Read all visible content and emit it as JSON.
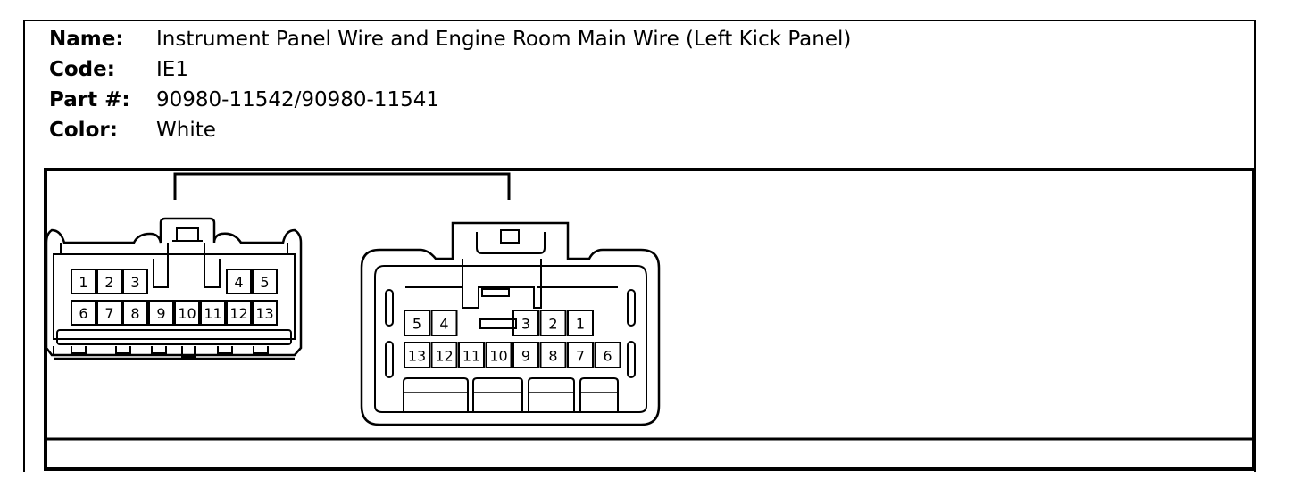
{
  "info": {
    "name_label": "Name:",
    "name_value": "Instrument Panel Wire and Engine Room Main Wire (Left Kick Panel)",
    "code_label": "Code:",
    "code_value": "IE1",
    "part_label": "Part #:",
    "part_value": "90980-11542/90980-11541",
    "color_label": "Color:",
    "color_value": "White"
  },
  "connector_left": {
    "top_row": [
      "1",
      "2",
      "3",
      "",
      "4",
      "5"
    ],
    "bottom_row": [
      "6",
      "7",
      "8",
      "9",
      "10",
      "11",
      "12",
      "13"
    ]
  },
  "connector_right": {
    "top_row": [
      "5",
      "4",
      "",
      "",
      "3",
      "2",
      "1"
    ],
    "bottom_row": [
      "13",
      "12",
      "11",
      "10",
      "9",
      "8",
      "7",
      "6"
    ]
  }
}
